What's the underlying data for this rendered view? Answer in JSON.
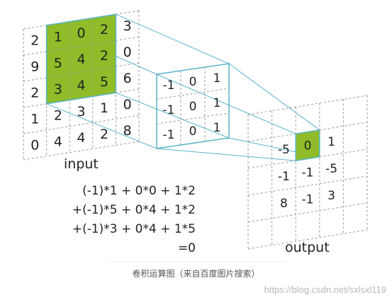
{
  "labels": {
    "input": "input",
    "output": "output"
  },
  "input_grid": [
    [
      "2",
      "1",
      "0",
      "2",
      "3"
    ],
    [
      "9",
      "5",
      "4",
      "2",
      "0"
    ],
    [
      "2",
      "3",
      "4",
      "5",
      "6"
    ],
    [
      "1",
      "2",
      "3",
      "1",
      "0"
    ],
    [
      "0",
      "4",
      "4",
      "2",
      "8"
    ]
  ],
  "kernel": [
    [
      "-1",
      "0",
      "1"
    ],
    [
      "-1",
      "0",
      "1"
    ],
    [
      "-1",
      "0",
      "1"
    ]
  ],
  "output_grid": [
    [
      "-5",
      "0",
      "1"
    ],
    [
      "-1",
      "-1",
      "-5"
    ],
    [
      "8",
      "-1",
      "3"
    ]
  ],
  "formula": [
    "(-1)*1 +  0*0 + 1*2",
    "+(-1)*5 +  0*4 + 1*2",
    "+(-1)*3 +  0*4 + 1*5",
    "=0"
  ],
  "caption": "卷积运算图（来自百度图片搜索）",
  "watermark": "https://blog.csdn.net/sxlsxl119",
  "colors": {
    "highlight": "#8fbc28",
    "connector": "#58b4cc",
    "grid": "#999999",
    "text": "#222222"
  }
}
